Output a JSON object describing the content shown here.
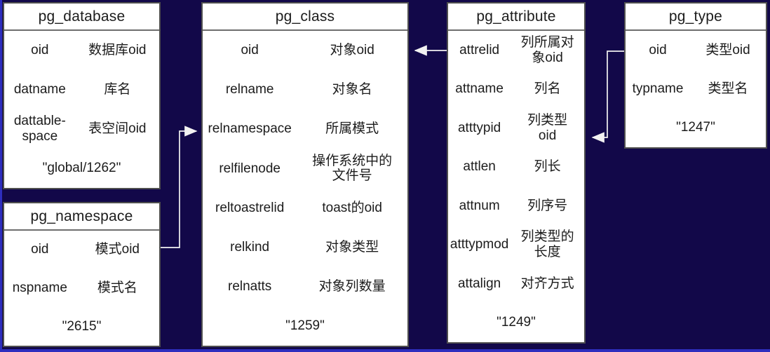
{
  "diagram": {
    "background_color": "#120849",
    "frame_color": "#2e2ebe",
    "box_background": "#ffffff",
    "box_border_color": "#4f4f4f",
    "wire_color": "#f2f2f2",
    "tables": [
      {
        "id": "pg_database",
        "name": "pg_database",
        "rows": [
          {
            "field": "oid",
            "desc": "数据库oid"
          },
          {
            "field": "datname",
            "desc": "库名"
          },
          {
            "field": "dattable-\nspace",
            "desc": "表空间oid"
          }
        ],
        "footer": "\"global/1262\""
      },
      {
        "id": "pg_namespace",
        "name": "pg_namespace",
        "rows": [
          {
            "field": "oid",
            "desc": "模式oid"
          },
          {
            "field": "nspname",
            "desc": "模式名"
          }
        ],
        "footer": "\"2615\""
      },
      {
        "id": "pg_class",
        "name": "pg_class",
        "rows": [
          {
            "field": "oid",
            "desc": "对象oid"
          },
          {
            "field": "relname",
            "desc": "对象名"
          },
          {
            "field": "relnamespace",
            "desc": "所属模式"
          },
          {
            "field": "relfilenode",
            "desc": "操作系统中的\n文件号"
          },
          {
            "field": "reltoastrelid",
            "desc": "toast的oid"
          },
          {
            "field": "relkind",
            "desc": "对象类型"
          },
          {
            "field": "relnatts",
            "desc": "对象列数量"
          }
        ],
        "footer": "\"1259\""
      },
      {
        "id": "pg_attribute",
        "name": "pg_attribute",
        "rows": [
          {
            "field": "attrelid",
            "desc": "列所属对\n象oid"
          },
          {
            "field": "attname",
            "desc": "列名"
          },
          {
            "field": "atttypid",
            "desc": "列类型\noid"
          },
          {
            "field": "attlen",
            "desc": "列长"
          },
          {
            "field": "attnum",
            "desc": "列序号"
          },
          {
            "field": "atttypmod",
            "desc": "列类型的\n长度"
          },
          {
            "field": "attalign",
            "desc": "对齐方式"
          }
        ],
        "footer": "\"1249\""
      },
      {
        "id": "pg_type",
        "name": "pg_type",
        "rows": [
          {
            "field": "oid",
            "desc": "类型oid"
          },
          {
            "field": "typname",
            "desc": "类型名"
          }
        ],
        "footer": "\"1247\""
      }
    ],
    "relations": [
      {
        "from": "pg_attribute.attrelid",
        "to": "pg_class.oid"
      },
      {
        "from": "pg_type.oid",
        "to": "pg_attribute.atttypid"
      },
      {
        "from": "pg_namespace.oid",
        "to": "pg_class.relnamespace"
      }
    ]
  }
}
